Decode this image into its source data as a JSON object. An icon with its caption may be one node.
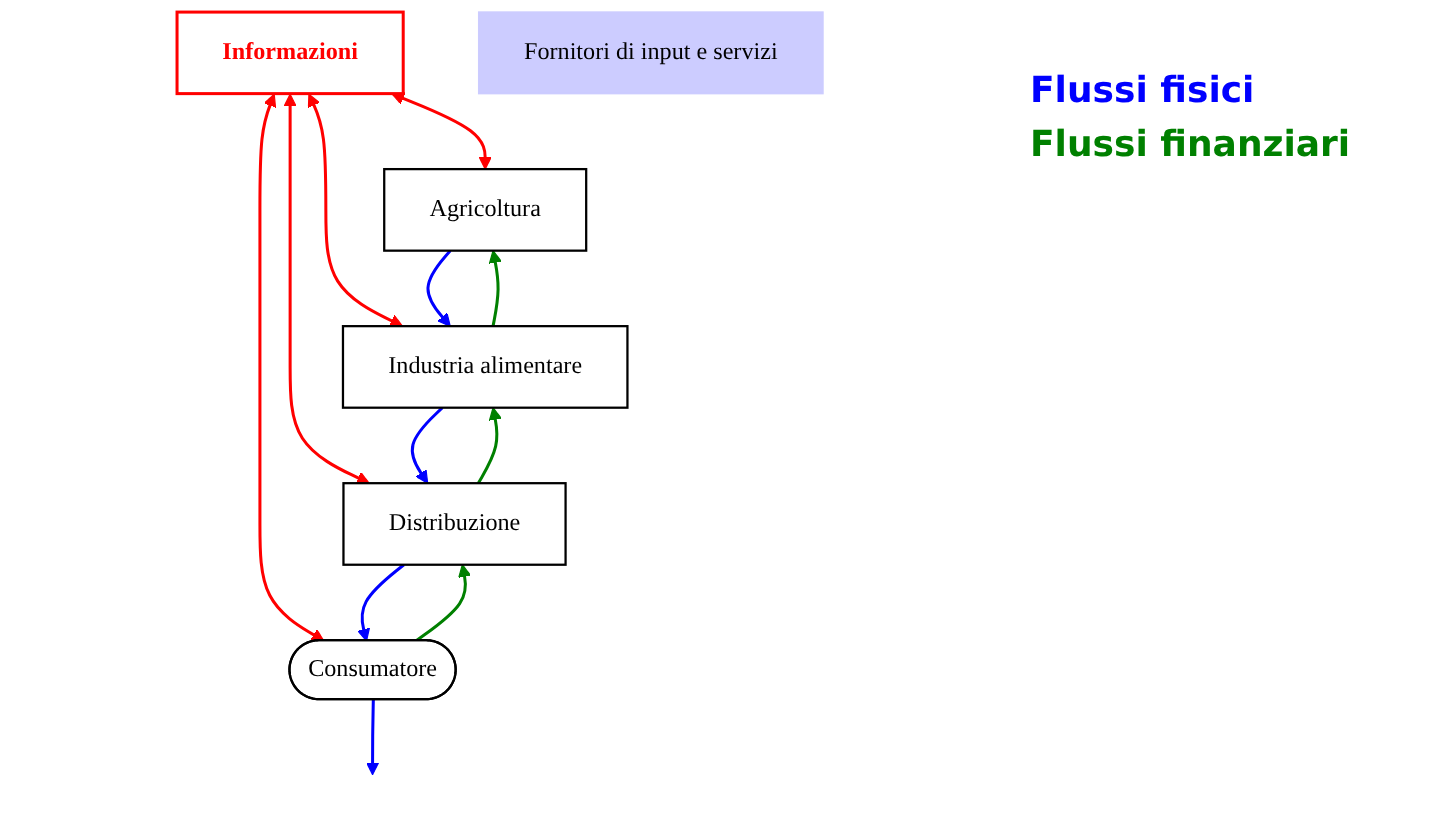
{
  "diagram": {
    "nodes": [
      {
        "text": [
          "Informazioni"
        ]
      },
      {
        "text": [
          "Agricoltura"
        ]
      },
      {
        "text": [
          "Industria alimentare"
        ]
      },
      {
        "text": [
          "Distribuzione"
        ]
      },
      {
        "text": [
          "Consumatore"
        ]
      },
      {
        "text": [
          "Fornitori di input e servizi"
        ]
      }
    ],
    "edges": [
      {
        "from": 0,
        "to": 1,
        "arrow": "both",
        "color": "#ff0000"
      },
      {
        "from": 0,
        "to": 2,
        "arrow": "both",
        "color": "#ff0000"
      },
      {
        "from": 0,
        "to": 3,
        "arrow": "both",
        "color": "#ff0000"
      },
      {
        "from": 0,
        "to": 4,
        "arrow": "both",
        "color": "#ff0000"
      },
      {
        "from": 2,
        "to": 1,
        "arrow": "to",
        "color": "#008000"
      },
      {
        "from": 1,
        "to": 2,
        "arrow": "to",
        "color": "#0000ff"
      },
      {
        "from": 3,
        "to": 2,
        "arrow": "to",
        "color": "#008000"
      },
      {
        "from": 2,
        "to": 3,
        "arrow": "to",
        "color": "#0000ff"
      },
      {
        "from": 4,
        "to": 3,
        "arrow": "to",
        "color": "#008000"
      },
      {
        "from": 3,
        "to": 4,
        "arrow": "to",
        "color": "#0000ff"
      },
      {
        "from": 4,
        "to": null,
        "arrow": "to",
        "color": "#0000ff"
      }
    ],
    "legend": [
      {
        "text": "Flussi fisici",
        "color": "#0000ff"
      },
      {
        "text": "Flussi finanziari",
        "color": "#008000"
      }
    ]
  }
}
